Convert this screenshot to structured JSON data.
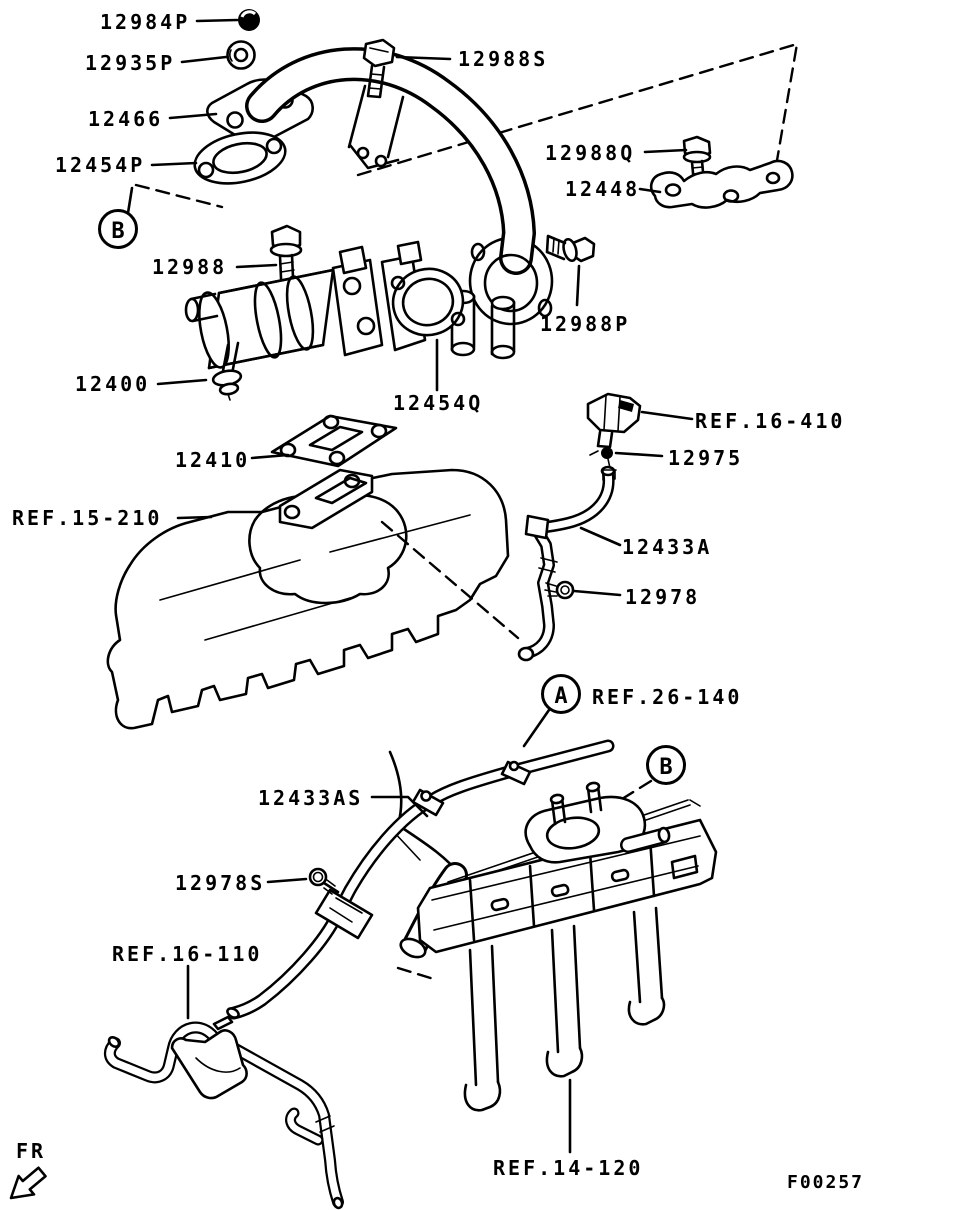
{
  "diagram": {
    "type": "engine-parts-exploded-diagram",
    "figure_code": "F00257",
    "direction_indicator": "FR",
    "part_labels": [
      {
        "text": "12984P"
      },
      {
        "text": "12935P"
      },
      {
        "text": "12466"
      },
      {
        "text": "12454P"
      },
      {
        "text": "12988"
      },
      {
        "text": "12988S"
      },
      {
        "text": "12988Q"
      },
      {
        "text": "12448"
      },
      {
        "text": "12988P"
      },
      {
        "text": "12400"
      },
      {
        "text": "12454Q"
      },
      {
        "text": "12410"
      },
      {
        "text": "12975"
      },
      {
        "text": "12433A"
      },
      {
        "text": "12978"
      },
      {
        "text": "12433AS"
      },
      {
        "text": "12978S"
      }
    ],
    "reference_labels": [
      {
        "text": "REF.16-410"
      },
      {
        "text": "REF.15-210"
      },
      {
        "text": "REF.26-140"
      },
      {
        "text": "REF.16-110"
      },
      {
        "text": "REF.14-120"
      }
    ],
    "assembly_balloons": [
      "B",
      "A",
      "B"
    ]
  }
}
